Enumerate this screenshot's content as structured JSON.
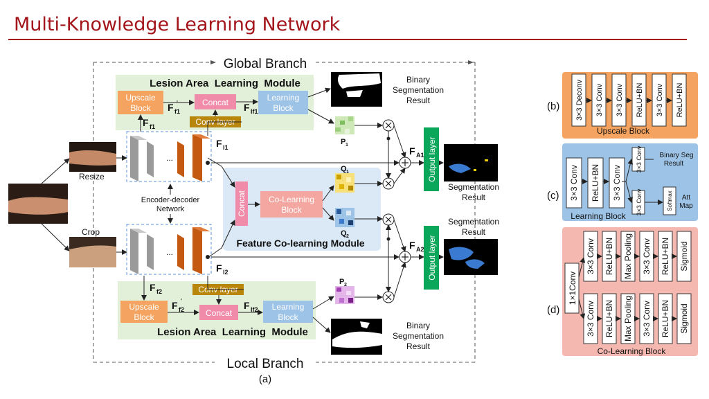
{
  "title": "Multi-Knowledge Learning Network",
  "panel_a": {
    "global_branch": "Global Branch",
    "local_branch": "Local Branch",
    "caption": "(a)",
    "resize": "Resize",
    "crop": "Crop",
    "encoder_decoder": [
      "Encoder-decoder",
      "Network"
    ],
    "lesion_module": "Lesion Area  Learning  Module",
    "upscale_block": [
      "Upscale",
      "Block"
    ],
    "concat": "Concat",
    "learning_block": [
      "Learning",
      "Block"
    ],
    "conv_layer": "Conv layer",
    "co_learning_block": [
      "Co-Learning",
      "Block"
    ],
    "feature_colearning": "Feature Co-learning Module",
    "output_layer": "Output layer",
    "binary_result": [
      "Binary",
      "Segmentation",
      "Result"
    ],
    "segmentation_result": [
      "Segmentation",
      "Result"
    ],
    "dots": "...",
    "symbols": {
      "ff1": "F",
      "ff1_sub": "f1",
      "ff1p_sub": "f1",
      "fl1_sub": "l1",
      "flf1_sub": "lf1",
      "fa1_sub": "A1",
      "fa2_sub": "A2",
      "ff2_sub": "f2",
      "fl2_sub": "l2",
      "flf2_sub": "lf2",
      "p1": "P",
      "p1_sub": "1",
      "p2": "P",
      "p2_sub": "2",
      "q1": "Q",
      "q1_sub": "1",
      "q2": "Q",
      "q2_sub": "2"
    }
  },
  "panel_b": {
    "label": "(b)",
    "layers": [
      "3×3 Deconv",
      "3×3 Conv",
      "3×3 Conv",
      "ReLU+BN",
      "3×3 Conv",
      "ReLU+BN"
    ],
    "caption": "Upscale Block"
  },
  "panel_c": {
    "label": "(c)",
    "layers": [
      "3×3 Conv",
      "ReLU+BN",
      "3×3 Conv"
    ],
    "branch_conv": "3×3 Conv",
    "softmax": "Softmax",
    "binary_seg": [
      "Binary Seg",
      "Result"
    ],
    "att_map": [
      "Att",
      "Map"
    ],
    "caption": "Learning Block"
  },
  "panel_d": {
    "label": "(d)",
    "first": "1×1Conv",
    "row1": [
      "3×3 Conv",
      "ReLU+BN",
      "Max Pooling",
      "3×3 Conv",
      "ReLU+BN",
      "Sigmoid"
    ],
    "row2": [
      "3×3 Conv",
      "ReLU+BN",
      "Max Pooling",
      "3×3 Conv",
      "ReLU+BN",
      "Sigmoid"
    ],
    "caption": "Co-Learning Block"
  },
  "colors": {
    "title": "#a3151b",
    "green_module": "#e2efd9",
    "blue_module": "#dbe8f5",
    "upscale": "#f4a460",
    "concat": "#f08caa",
    "learning": "#9dc3e6",
    "conv_layer": "#b8860b",
    "output_layer": "#0aa65a",
    "co_learning": "#f4a6a0",
    "panel_b_bg": "#f4a460",
    "panel_c_bg": "#9dc3e6",
    "panel_d_bg": "#f4b8b0"
  }
}
